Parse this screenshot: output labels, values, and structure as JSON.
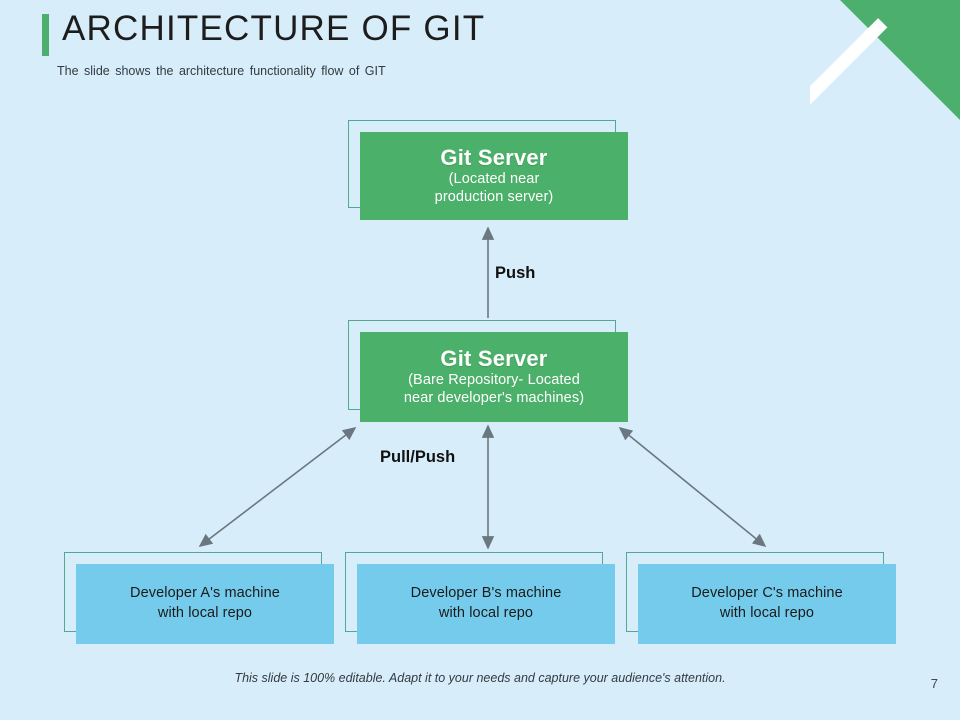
{
  "slide": {
    "title": "ARCHITECTURE OF GIT",
    "subtitle": "The slide shows the architecture functionality flow of GIT",
    "footer_note": "This slide is 100% editable. Adapt it to your needs and capture your audience's attention.",
    "page_number": "7",
    "background_color": "#d7eefa",
    "accent_green": "#4caf6e",
    "node_green": "#4bb069",
    "node_blue": "#74cbeb",
    "outline_color": "#52a98f",
    "arrow_color": "#6b7780"
  },
  "nodes": {
    "git_server_production": {
      "title": "Git Server",
      "subtitle_line1": "(Located near",
      "subtitle_line2": "production server)"
    },
    "git_server_bare": {
      "title": "Git Server",
      "subtitle_line1": "(Bare Repository- Located",
      "subtitle_line2": "near developer's machines)"
    },
    "developer_a": {
      "line1": "Developer A's machine",
      "line2": "with local repo"
    },
    "developer_b": {
      "line1": "Developer B's machine",
      "line2": "with local repo"
    },
    "developer_c": {
      "line1": "Developer C's machine",
      "line2": "with local repo"
    }
  },
  "connectors": [
    {
      "id": "push",
      "label": "Push",
      "from": "git_server_bare",
      "to": "git_server_production",
      "direction": "one-way-up"
    },
    {
      "id": "pull-push",
      "label": "Pull/Push",
      "from": "developer_b",
      "to": "git_server_bare",
      "direction": "two-way"
    },
    {
      "id": "bare-to-dev-a",
      "label": "",
      "from": "git_server_bare",
      "to": "developer_a",
      "direction": "two-way"
    },
    {
      "id": "bare-to-dev-c",
      "label": "",
      "from": "git_server_bare",
      "to": "developer_c",
      "direction": "two-way"
    }
  ]
}
